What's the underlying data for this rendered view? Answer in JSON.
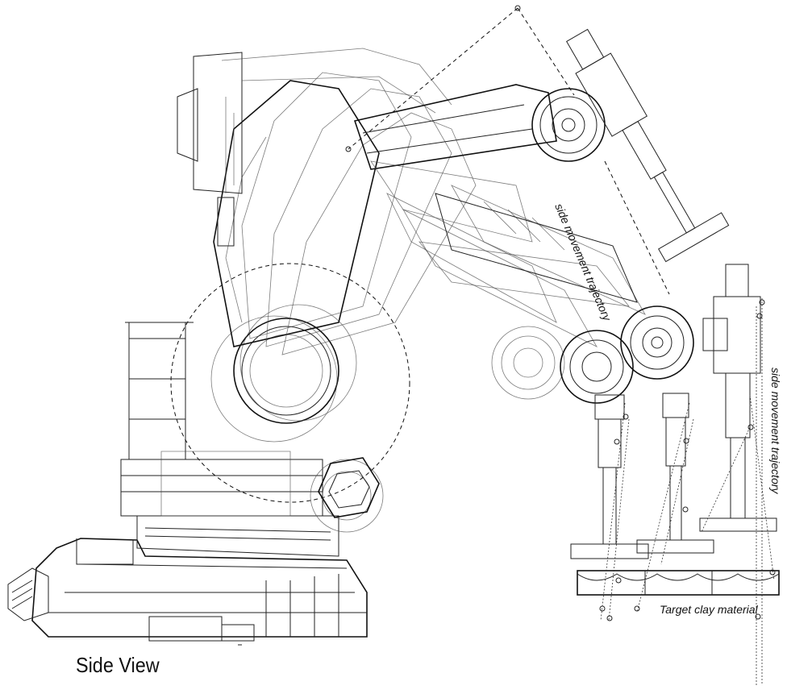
{
  "labels": {
    "side_view": "Side View",
    "trajectory_1": "side movement trajectory",
    "trajectory_2": "side movement trajectory",
    "target": "Target clay material"
  }
}
